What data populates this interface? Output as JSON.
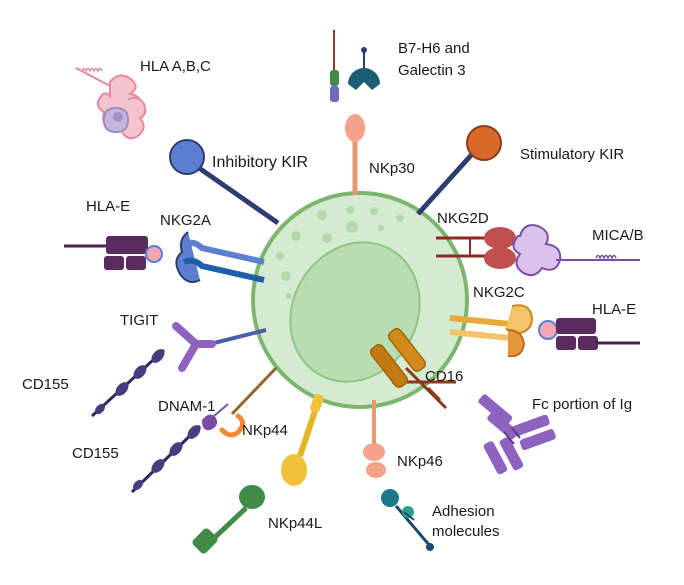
{
  "labels": {
    "hla_abc": "HLA A,B,C",
    "b7h6_line1": "B7-H6 and",
    "b7h6_line2": "Galectin 3",
    "inhibitory_kir": "Inhibitory KIR",
    "nkp30": "NKp30",
    "stimulatory_kir": "Stimulatory KIR",
    "hla_e_left": "HLA-E",
    "nkg2a": "NKG2A",
    "nkg2d": "NKG2D",
    "mica_b": "MICA/B",
    "nkg2c": "NKG2C",
    "hla_e_right": "HLA-E",
    "tigit": "TIGIT",
    "cd155_upper": "CD155",
    "cd16": "CD16",
    "dnam1": "DNAM-1",
    "fc_portion": "Fc portion of Ig",
    "nkp44": "NKp44",
    "cd155_lower": "CD155",
    "nkp46": "NKp46",
    "adhesion_line1": "Adhesion",
    "adhesion_line2": "molecules",
    "nkp44l": "NKp44L"
  },
  "colors": {
    "cell_fill": "#d4ebd1",
    "cell_border": "#7cb66e",
    "nucleus_fill": "#b9dcb2",
    "navy": "#2f3c6e",
    "blue_kir": "#5b7fd1",
    "orange_kir": "#d9692b",
    "pink": "#f2a7b4",
    "purple": "#5b2a5e",
    "lilac": "#c9a9dd",
    "red_nkg2d": "#c0504d",
    "gold": "#e6a93a",
    "brown": "#c47a12",
    "teal": "#1b7a8a",
    "green": "#3f8b47",
    "violet": "#7a4ea6",
    "salmon": "#f4a38a"
  }
}
